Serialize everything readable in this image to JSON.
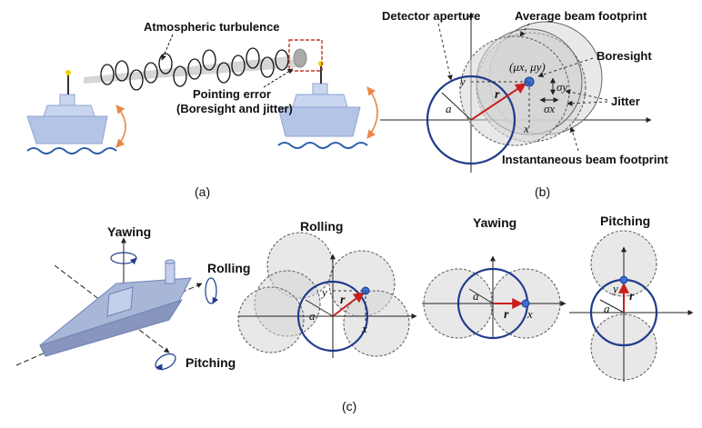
{
  "panel_a": {
    "turbulence_label": "Atmospheric turbulence",
    "pointing_label_1": "Pointing error",
    "pointing_label_2": "(Boresight and jitter)",
    "caption": "(a)"
  },
  "panel_b": {
    "detector_label": "Detector aperture",
    "average_label": "Average beam footprint",
    "boresight_label": "Boresight",
    "jitter_label": "Jitter",
    "instantaneous_label": "Instantaneous beam footprint",
    "mu_label": "(μx, μy)",
    "y_label": "y",
    "x_label": "x",
    "r_label": "r",
    "a_label": "a",
    "sigma_y_label": "σy",
    "sigma_x_label": "σx",
    "caption": "(b)"
  },
  "panel_c": {
    "yawing_label": "Yawing",
    "rolling_label": "Rolling",
    "pitching_label": "Pitching",
    "rolling_title": "Rolling",
    "yawing_title": "Yawing",
    "pitching_title": "Pitching",
    "a_label": "a",
    "y_label": "y",
    "x_label": "x",
    "r_label": "r",
    "caption": "(c)"
  },
  "colors": {
    "detector": "#1f3b8c",
    "vector": "#c8201f",
    "ship": "#b4c4e6",
    "beam": "#d6d6d6",
    "arrow_orange": "#e8884a",
    "point": "#3a6fd8"
  }
}
